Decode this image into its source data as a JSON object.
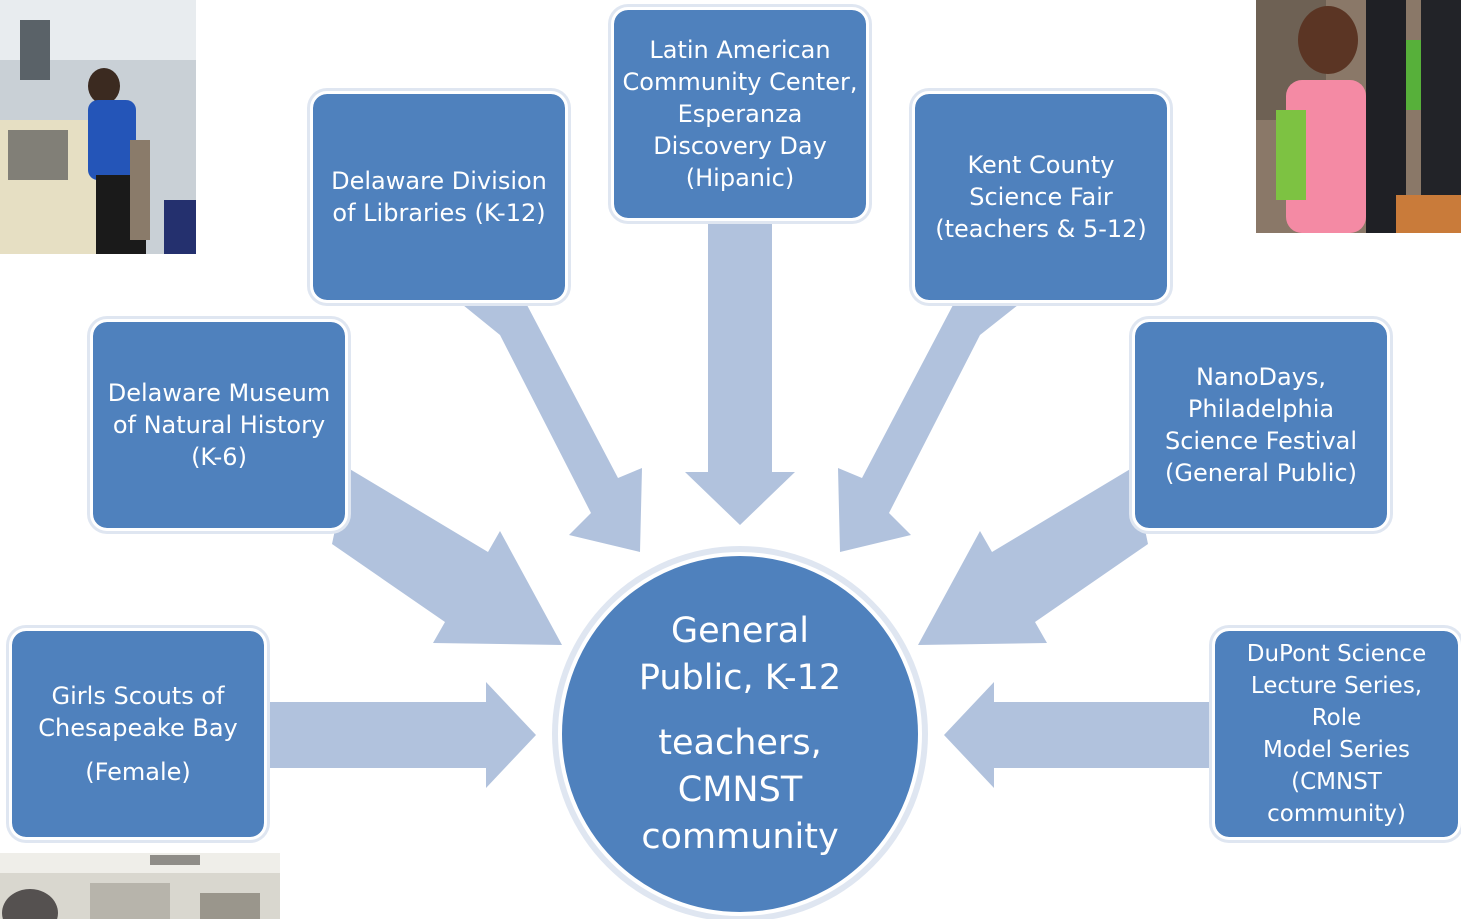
{
  "colors": {
    "node_fill": "#4f81bd",
    "arrow_fill": "#b1c2dd",
    "text": "#ffffff"
  },
  "hub": {
    "lines": [
      "General",
      "Public, K-12",
      "teachers,",
      "CMNST",
      "community"
    ]
  },
  "nodes": {
    "girl_scouts": {
      "line1": "Girls Scouts  of",
      "line2": "Chesapeake Bay",
      "line3": "(Female)"
    },
    "museum": {
      "line1": "Delaware Museum",
      "line2": "of Natural History",
      "line3": "(K-6)"
    },
    "libraries": {
      "line1": "Delaware Division",
      "line2": "of Libraries (K-12)"
    },
    "latin": {
      "line1": "Latin American",
      "line2": "Community Center,",
      "line3": "Esperanza",
      "line4": "Discovery Day",
      "line5": "(Hipanic)"
    },
    "kent": {
      "line1": "Kent County",
      "line2": "Science Fair",
      "line3": "(teachers & 5-12)"
    },
    "nanodays": {
      "line1": "NanoDays,",
      "line2": "Philadelphia",
      "line3": "Science Festival",
      "line4": "(General Public)"
    },
    "dupont": {
      "line1": "DuPont Science",
      "line2": "Lecture Series, Role",
      "line3": "Model Series",
      "line4": "(CMNST",
      "line5": "community)"
    }
  },
  "photos": [
    {
      "name": "photo-man-at-exhibit-table"
    },
    {
      "name": "photo-girl-with-green-bag"
    },
    {
      "name": "photo-classroom"
    }
  ]
}
